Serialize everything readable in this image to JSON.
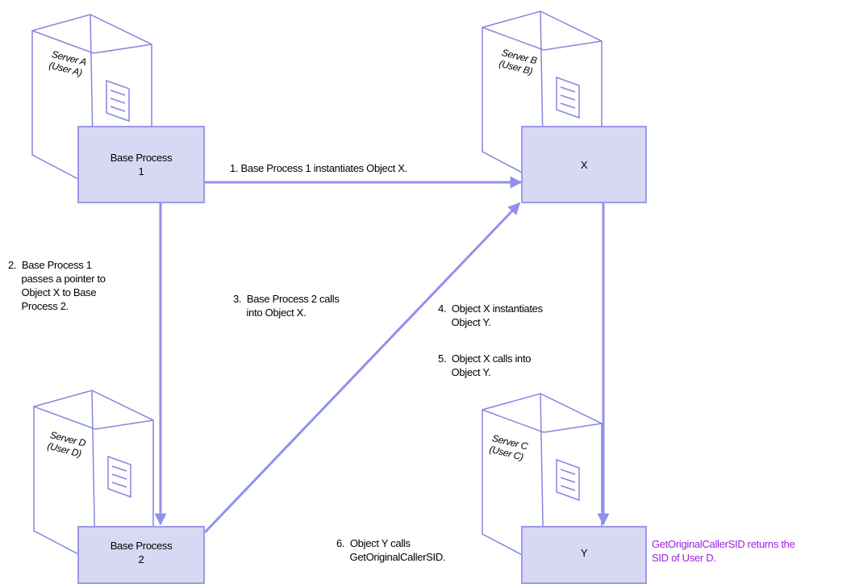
{
  "servers": {
    "a": {
      "name": "Server A",
      "user": "(User A)"
    },
    "b": {
      "name": "Server B",
      "user": "(User B)"
    },
    "c": {
      "name": "Server C",
      "user": "(User C)"
    },
    "d": {
      "name": "Server D",
      "user": "(User D)"
    }
  },
  "boxes": {
    "base_process_1": "Base Process\n1",
    "base_process_2": "Base Process\n2",
    "object_x": "X",
    "object_y": "Y"
  },
  "steps": {
    "step1": "1. Base Process 1 instantiates Object X.",
    "step2": "2.  Base Process 1\n     passes a pointer to\n     Object X to Base\n     Process 2.",
    "step3": "3.  Base Process 2 calls\n     into Object X.",
    "step4": "4.  Object X instantiates\n     Object Y.",
    "step5": "5.  Object X calls into\n     Object Y.",
    "step6": "6.  Object Y calls\n     GetOriginalCallerSID."
  },
  "note": {
    "text": "GetOriginalCallerSID returns the\nSID of User D.",
    "color": "#9a1fe0"
  },
  "colors": {
    "arrow": "#9090ee",
    "box_fill": "#d8d8f4",
    "box_border": "#9a9ae8",
    "server_outline": "#8585e0"
  }
}
